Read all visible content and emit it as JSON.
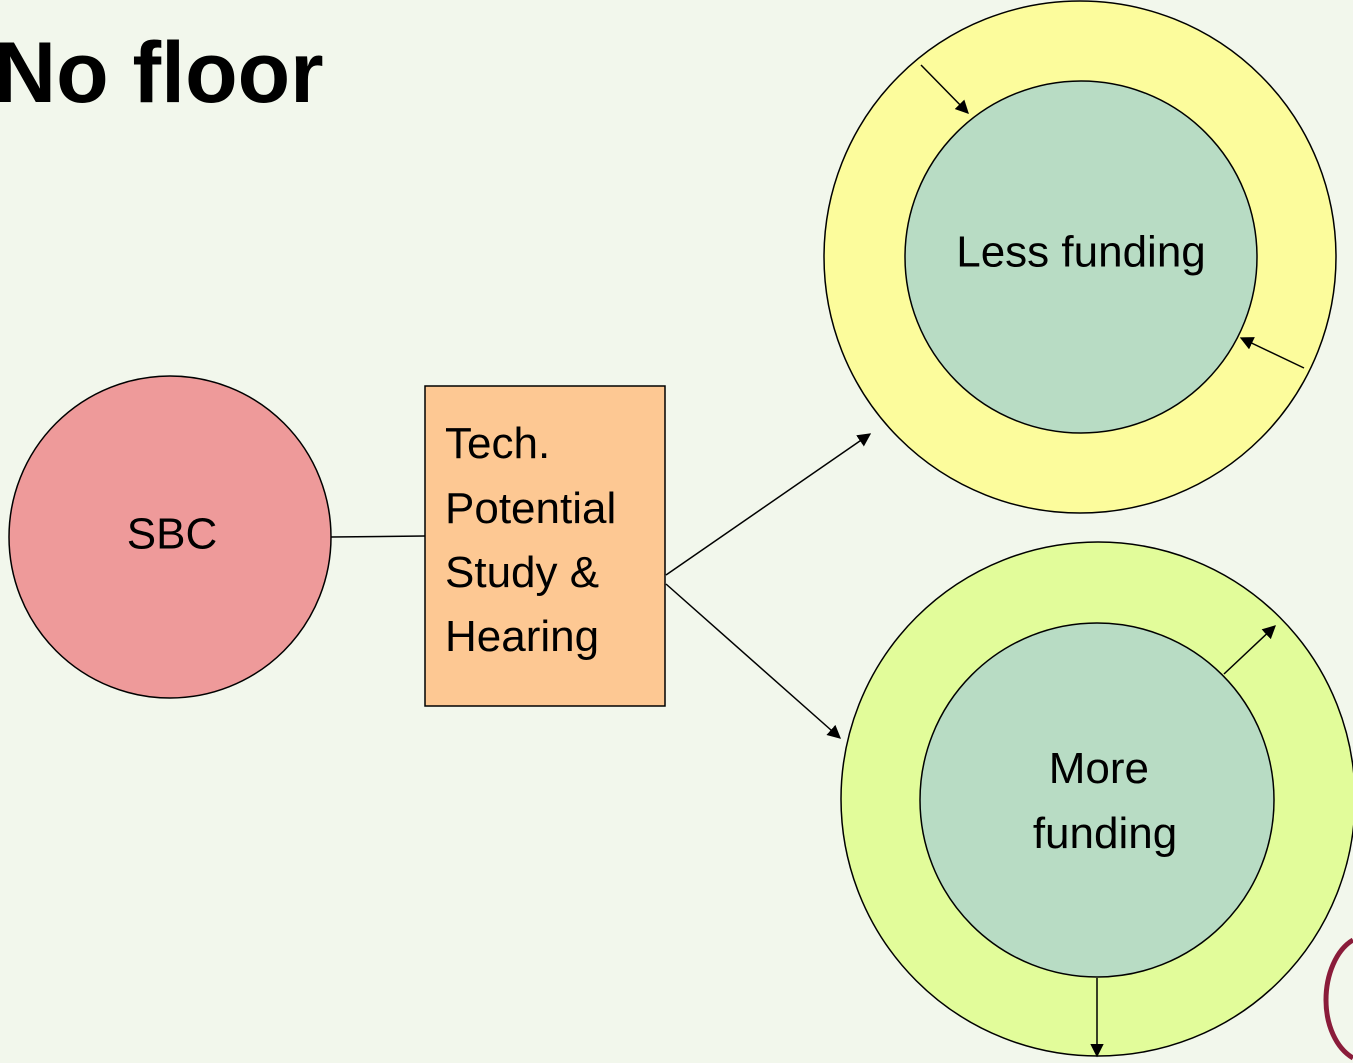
{
  "title": "No floor",
  "nodes": {
    "sbc": {
      "label": "SBC",
      "fill": "#ee9a9a"
    },
    "study": {
      "lines": [
        "Tech.",
        "Potential",
        "Study &",
        "Hearing"
      ],
      "fill": "#fdc893"
    },
    "less_funding": {
      "label": "Less funding",
      "outer_fill": "#fcfc9c",
      "inner_fill": "#b8dcc4"
    },
    "more_funding": {
      "lines": [
        "More",
        "funding"
      ],
      "outer_fill": "#e2fc9a",
      "inner_fill": "#b8dcc4"
    }
  },
  "colors": {
    "background": "#f2f7ec",
    "stroke": "#000000",
    "logo": "#8a1c3a"
  }
}
